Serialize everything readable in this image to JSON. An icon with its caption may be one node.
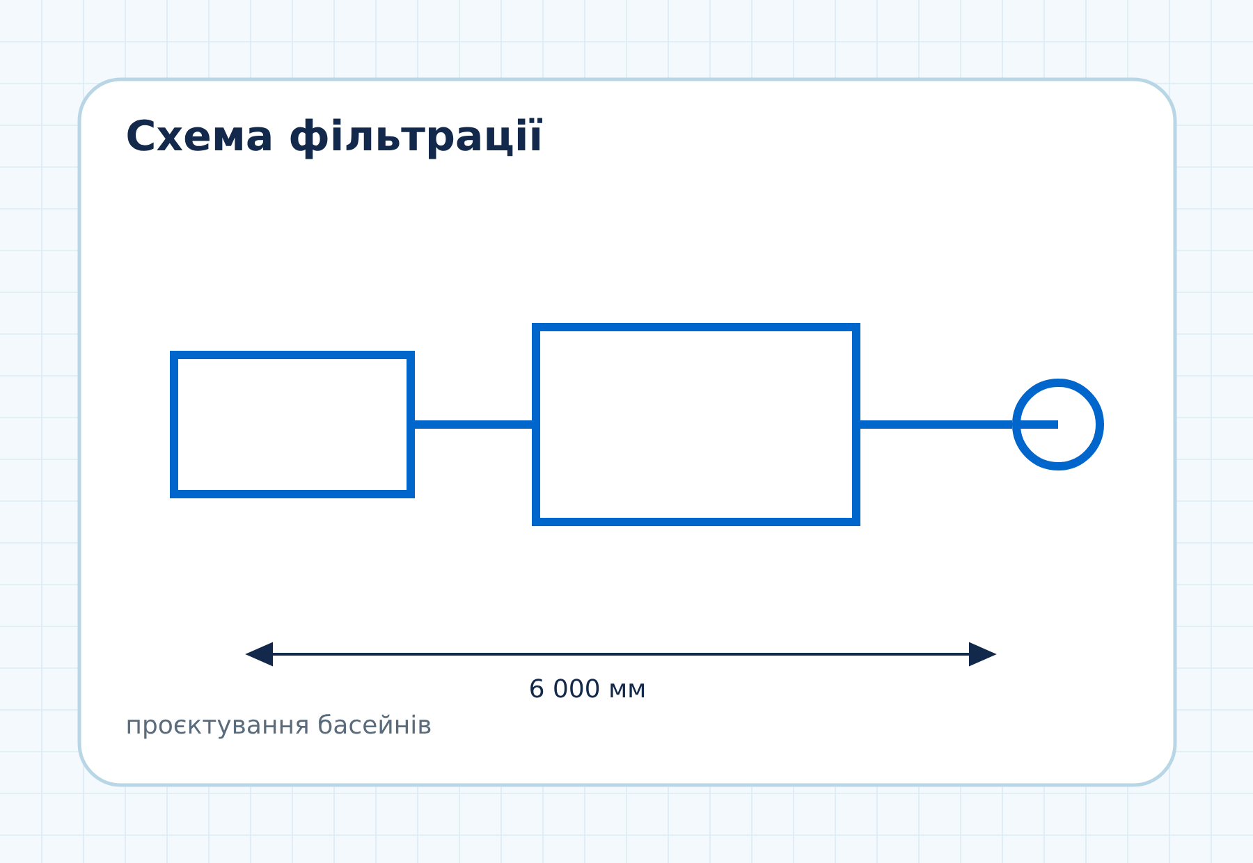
{
  "diagram": {
    "title": "Схема фільтрації",
    "nodes": [
      {
        "text": [],
        "shape": "box"
      },
      {
        "text": [],
        "shape": "box"
      },
      {
        "text": [],
        "shape": "circle"
      }
    ],
    "edges": [
      {
        "from": 0,
        "to": 1,
        "arrow": "none"
      },
      {
        "from": 1,
        "to": 2,
        "arrow": "none"
      }
    ],
    "labels": [
      "6 000 мм",
      "проєктування басейнів"
    ]
  }
}
